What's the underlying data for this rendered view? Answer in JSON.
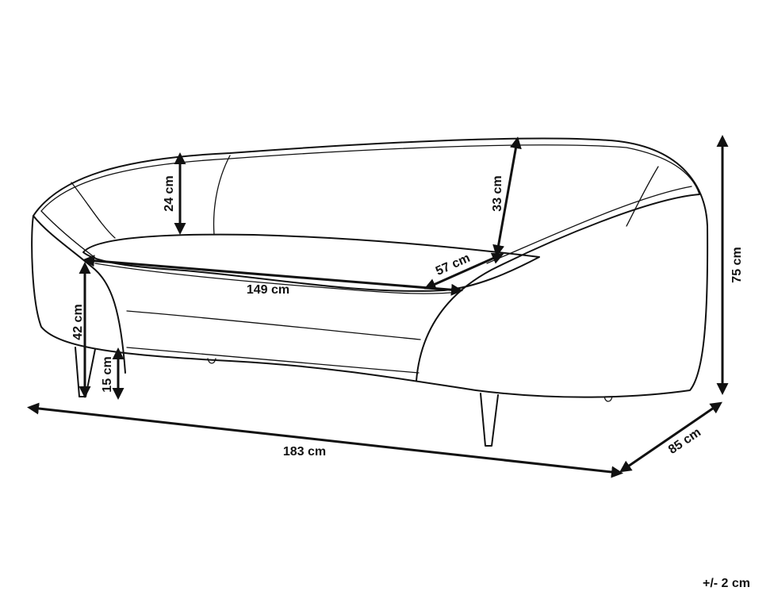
{
  "dimensions": {
    "back_height": "24 cm",
    "backrest_height": "33 cm",
    "seat_depth": "57 cm",
    "seat_width": "149 cm",
    "seat_height": "42 cm",
    "leg_height": "15 cm",
    "total_width": "183 cm",
    "total_height": "75 cm",
    "total_depth": "85 cm"
  },
  "tolerance": "+/- 2 cm",
  "colors": {
    "line": "#111111",
    "background": "#ffffff"
  }
}
